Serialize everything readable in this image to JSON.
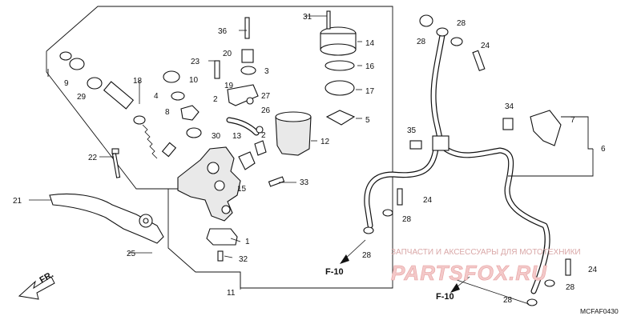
{
  "callouts": [
    {
      "id": "c1",
      "text": "1"
    },
    {
      "id": "c2a",
      "text": "2"
    },
    {
      "id": "c2b",
      "text": "2"
    },
    {
      "id": "c3",
      "text": "3"
    },
    {
      "id": "c4",
      "text": "4"
    },
    {
      "id": "c5",
      "text": "5"
    },
    {
      "id": "c6",
      "text": "6"
    },
    {
      "id": "c7",
      "text": "7"
    },
    {
      "id": "c8",
      "text": "8"
    },
    {
      "id": "c9",
      "text": "9"
    },
    {
      "id": "c10",
      "text": "10"
    },
    {
      "id": "c11",
      "text": "11"
    },
    {
      "id": "c12",
      "text": "12"
    },
    {
      "id": "c13",
      "text": "13"
    },
    {
      "id": "c14",
      "text": "14"
    },
    {
      "id": "c15",
      "text": "15"
    },
    {
      "id": "c16",
      "text": "16"
    },
    {
      "id": "c17",
      "text": "17"
    },
    {
      "id": "c18",
      "text": "18"
    },
    {
      "id": "c19",
      "text": "19"
    },
    {
      "id": "c20",
      "text": "20"
    },
    {
      "id": "c21",
      "text": "21"
    },
    {
      "id": "c22",
      "text": "22"
    },
    {
      "id": "c23",
      "text": "23"
    },
    {
      "id": "c24a",
      "text": "24"
    },
    {
      "id": "c24b",
      "text": "24"
    },
    {
      "id": "c24c",
      "text": "24"
    },
    {
      "id": "c25",
      "text": "25"
    },
    {
      "id": "c26",
      "text": "26"
    },
    {
      "id": "c27",
      "text": "27"
    },
    {
      "id": "c28a",
      "text": "28"
    },
    {
      "id": "c28b",
      "text": "28"
    },
    {
      "id": "c28c",
      "text": "28"
    },
    {
      "id": "c28d",
      "text": "28"
    },
    {
      "id": "c28e",
      "text": "28"
    },
    {
      "id": "c28f",
      "text": "28"
    },
    {
      "id": "c29",
      "text": "29"
    },
    {
      "id": "c30",
      "text": "30"
    },
    {
      "id": "c31",
      "text": "31"
    },
    {
      "id": "c32",
      "text": "32"
    },
    {
      "id": "c33",
      "text": "33"
    },
    {
      "id": "c34",
      "text": "34"
    },
    {
      "id": "c35",
      "text": "35"
    },
    {
      "id": "c36",
      "text": "36"
    }
  ],
  "references": {
    "f10_left": "F-10",
    "f10_right": "F-10",
    "front_arrow": "FR."
  },
  "diagram_code": "MCFAF0430",
  "watermark": {
    "caption": "ЗАПЧАСТИ И АКСЕССУАРЫ ДЛЯ МОТОТЕХНИКИ",
    "logo": "PARTSFOX.RU",
    "color": "#e7a0a0"
  }
}
